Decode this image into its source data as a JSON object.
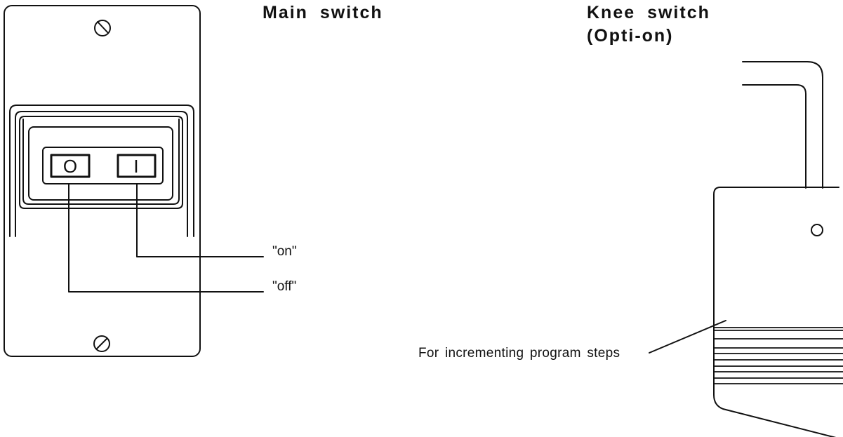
{
  "titles": {
    "main_switch": "Main switch",
    "knee_switch": "Knee switch (Opti-on)"
  },
  "switch_symbols": {
    "off_symbol": "O",
    "on_symbol": "I"
  },
  "callouts": {
    "on": "\"on\"",
    "off": "\"off\"",
    "increment": "For incrementing program steps"
  }
}
